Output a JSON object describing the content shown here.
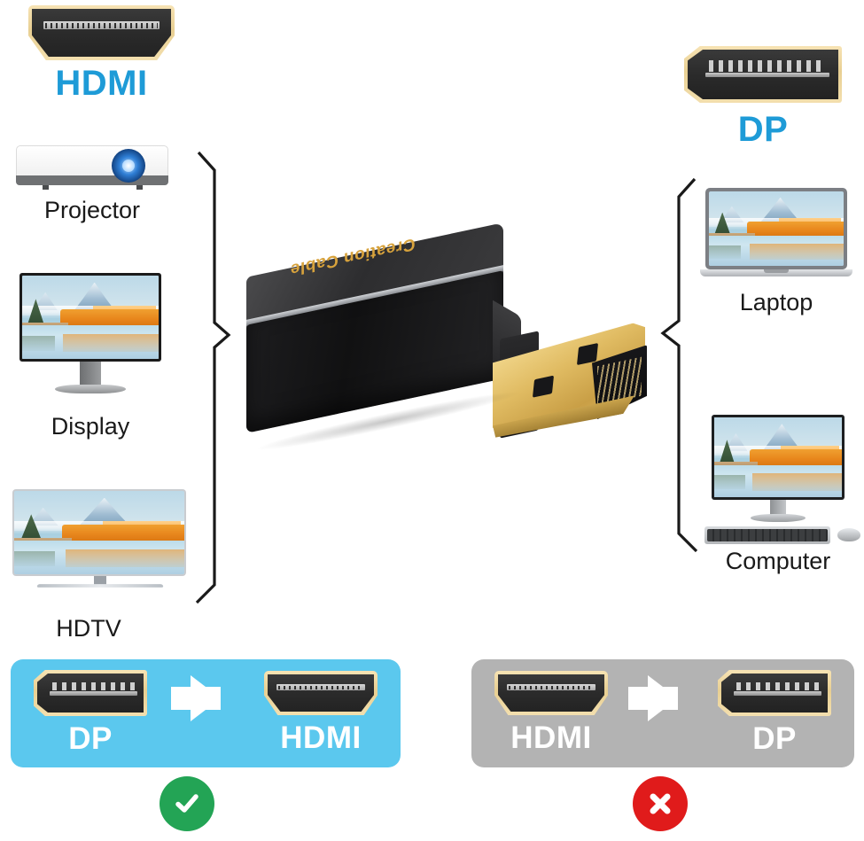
{
  "product": {
    "brand_text": "Creation Cable",
    "adapter_name": "dp-to-hdmi-adapter"
  },
  "ports": {
    "hdmi": {
      "label": "HDMI",
      "icon": "hdmi-port-icon",
      "color": "#1e9bd7"
    },
    "dp": {
      "label": "DP",
      "icon": "displayport-port-icon",
      "color": "#1e9bd7"
    }
  },
  "outputs": {
    "heading": "hdmi-output-devices",
    "devices": [
      {
        "label": "Projector",
        "icon": "projector-icon"
      },
      {
        "label": "Display",
        "icon": "monitor-icon"
      },
      {
        "label": "HDTV",
        "icon": "hdtv-icon"
      }
    ]
  },
  "inputs": {
    "heading": "dp-source-devices",
    "devices": [
      {
        "label": "Laptop",
        "icon": "laptop-icon"
      },
      {
        "label": "Computer",
        "icon": "desktop-computer-icon"
      }
    ]
  },
  "comparison": [
    {
      "id": "supported",
      "from": "DP",
      "to": "HDMI",
      "from_icon": "displayport-port-icon",
      "to_icon": "hdmi-port-icon",
      "arrow_icon": "arrow-right-icon",
      "status_icon": "check-circle-icon",
      "status": "supported",
      "panel_color": "#5bc8ee",
      "badge_color": "#23a455"
    },
    {
      "id": "unsupported",
      "from": "HDMI",
      "to": "DP",
      "from_icon": "hdmi-port-icon",
      "to_icon": "displayport-port-icon",
      "arrow_icon": "arrow-right-icon",
      "status_icon": "cross-circle-icon",
      "status": "not-supported",
      "panel_color": "#b3b3b3",
      "badge_color": "#e01b1b"
    }
  ]
}
